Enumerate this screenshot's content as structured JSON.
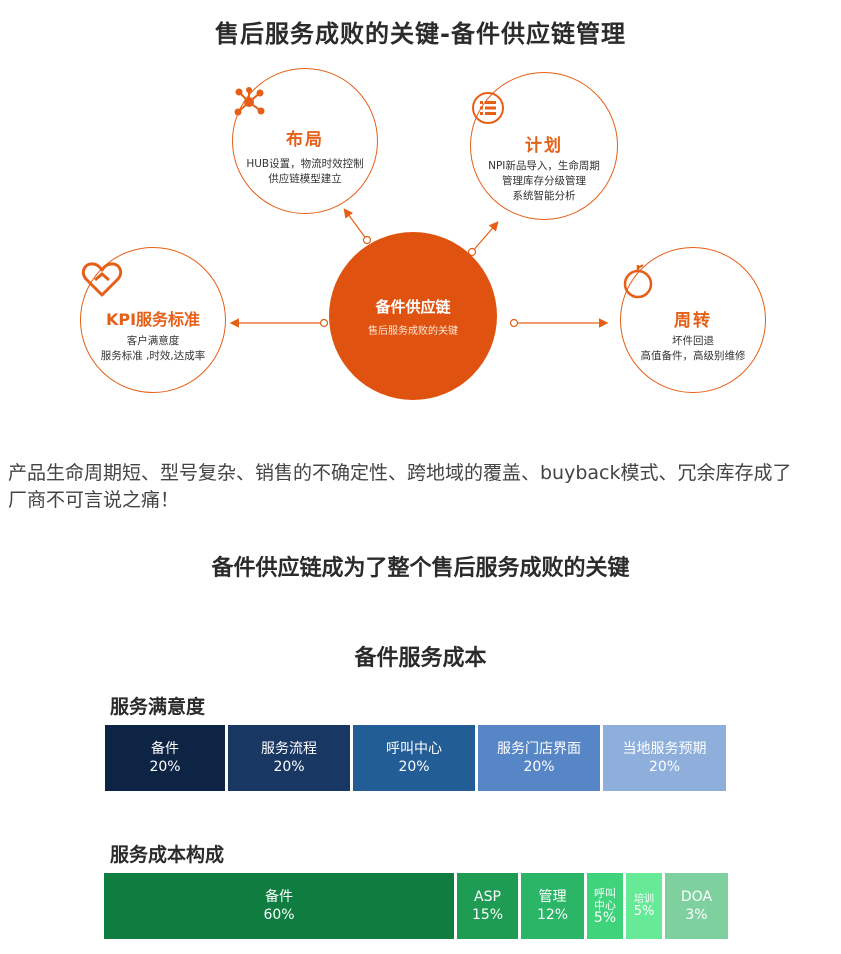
{
  "header": {
    "title": "售后服务成败的关键-备件供应链管理"
  },
  "diagram": {
    "center": {
      "title": "备件供应链",
      "subtitle": "售后服务成败的关键"
    },
    "nodes": [
      {
        "id": "layout",
        "icon": "network-icon",
        "title": "布局",
        "lines": [
          "HUB设置，物流时效控制",
          "供应链模型建立"
        ]
      },
      {
        "id": "plan",
        "icon": "list-icon",
        "title": "计划",
        "lines": [
          "NPI新品导入，生命周期",
          "管理库存分级管理",
          "系统智能分析"
        ]
      },
      {
        "id": "kpi",
        "icon": "heart-icon",
        "title": "KPI服务标准",
        "lines": [
          "客户满意度",
          "服务标准 ,时效,达成率"
        ]
      },
      {
        "id": "turnover",
        "icon": "apple-icon",
        "title": "周转",
        "lines": [
          "坏件回退",
          "高值备件，高级别维修"
        ]
      }
    ],
    "colors": {
      "accent": "#e0520f",
      "border": "#e55f17"
    }
  },
  "paragraph": {
    "line1": "产品生命周期短、型号复杂、销售的不确定性、跨地域的覆盖、buyback模式、冗余库存成了",
    "line2": "厂商不可言说之痛！"
  },
  "subtitle": "备件供应链成为了整个售后服务成败的关键",
  "cost": {
    "title": "备件服务成本",
    "satisfaction": {
      "label": "服务满意度",
      "segments": [
        {
          "name": "备件",
          "pct": "20%",
          "color": "#0d2444"
        },
        {
          "name": "服务流程",
          "pct": "20%",
          "color": "#183763"
        },
        {
          "name": "呼叫中心",
          "pct": "20%",
          "color": "#225d96"
        },
        {
          "name": "服务门店界面",
          "pct": "20%",
          "color": "#5686c6"
        },
        {
          "name": "当地服务预期",
          "pct": "20%",
          "color": "#8eafdb"
        }
      ]
    },
    "composition": {
      "label": "服务成本构成",
      "segments": [
        {
          "name": "备件",
          "pct": "60%",
          "color": "#107d40"
        },
        {
          "name": "ASP",
          "pct": "15%",
          "color": "#1e9c54"
        },
        {
          "name": "管理",
          "pct": "12%",
          "color": "#2bb566"
        },
        {
          "name": "呼叫\n中心",
          "pct": "5%",
          "color": "#3fd47c"
        },
        {
          "name": "培训",
          "pct": "5%",
          "color": "#66ea98"
        },
        {
          "name": "DOA",
          "pct": "3%",
          "color": "#7fd09f"
        }
      ]
    }
  }
}
